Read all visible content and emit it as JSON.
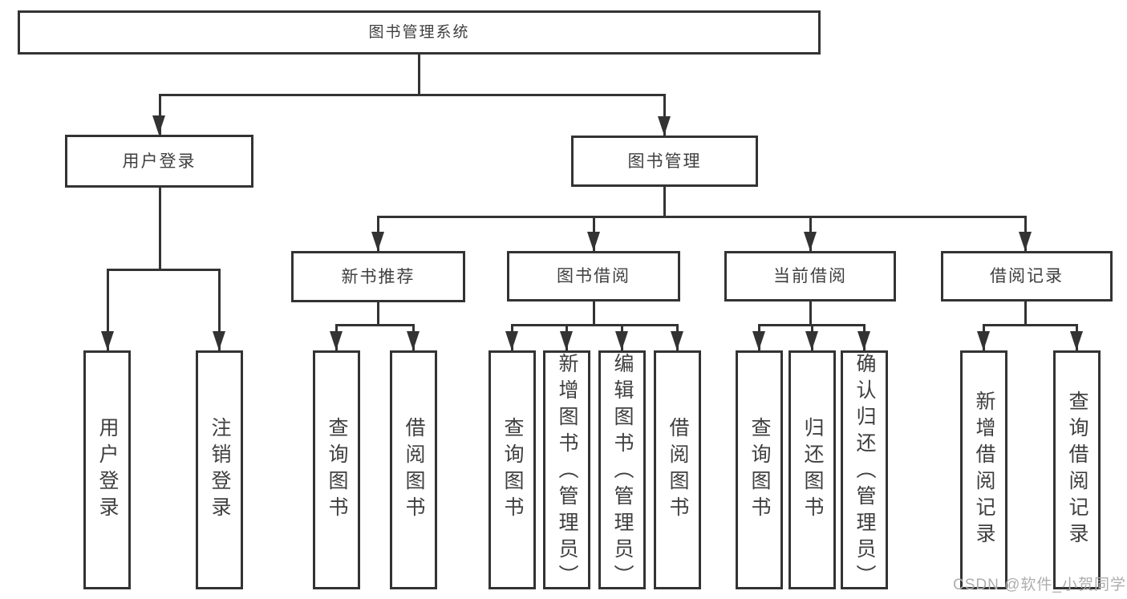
{
  "diagram": {
    "type": "hierarchy-tree",
    "colors": {
      "line": "#333333",
      "text": "#3f3f3f",
      "box_background": "#ffffff",
      "watermark": "#aeaeae"
    }
  },
  "tree": {
    "label": "图书管理系统",
    "children": [
      {
        "label": "用户登录",
        "children": [
          {
            "label": "用户登录"
          },
          {
            "label": "注销登录"
          }
        ]
      },
      {
        "label": "图书管理",
        "children": [
          {
            "label": "新书推荐",
            "children": [
              {
                "label": "查询图书"
              },
              {
                "label": "借阅图书"
              }
            ]
          },
          {
            "label": "图书借阅",
            "children": [
              {
                "label": "查询图书"
              },
              {
                "label": "新增图书（管理员）"
              },
              {
                "label": "编辑图书（管理员）"
              },
              {
                "label": "借阅图书"
              }
            ]
          },
          {
            "label": "当前借阅",
            "children": [
              {
                "label": "查询图书"
              },
              {
                "label": "归还图书"
              },
              {
                "label": "确认归还（管理员）"
              }
            ]
          },
          {
            "label": "借阅记录",
            "children": [
              {
                "label": "新增借阅记录"
              },
              {
                "label": "查询借阅记录"
              }
            ]
          }
        ]
      }
    ]
  },
  "watermark": {
    "text": "CSDN @软件_小贺同学"
  }
}
